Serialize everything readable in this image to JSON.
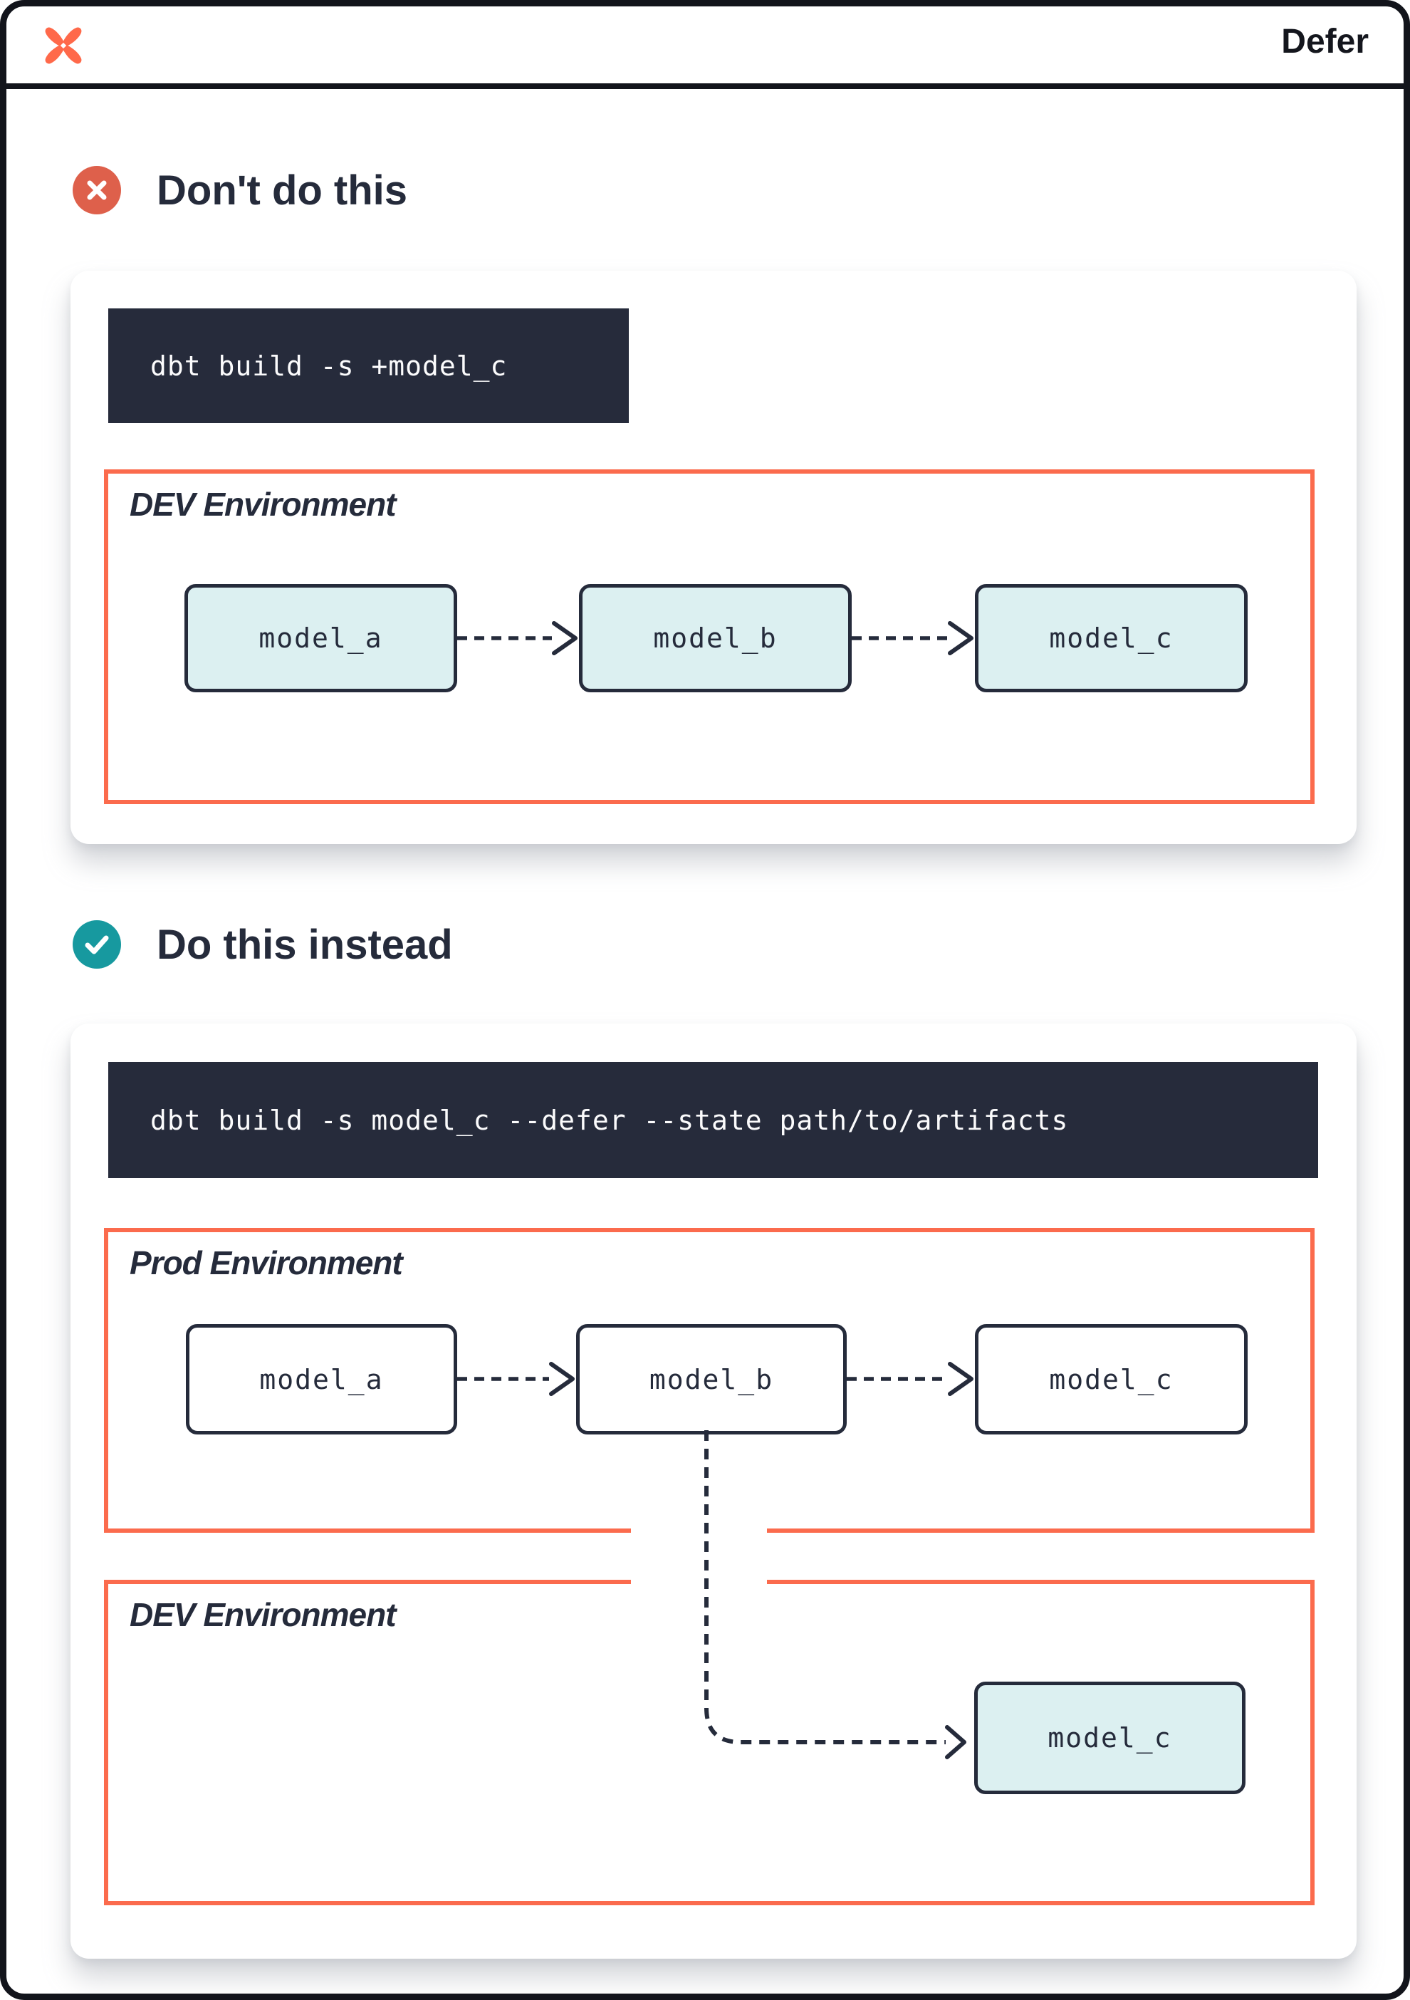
{
  "header": {
    "title": "Defer",
    "logo": "dbt-logo"
  },
  "colors": {
    "brand_orange": "#FF694A",
    "error_red": "#DE604B",
    "env_border_orange": "#FB6B4D",
    "success_teal": "#17999F",
    "navy": "#252B3B",
    "code_background": "#262B3B",
    "model_fill_teal": "#DCF0F1",
    "frame_black": "#12141B"
  },
  "sections": [
    {
      "id": "dont",
      "icon": "x-circle-icon",
      "heading": "Don't do this",
      "command": "dbt build -s +model_c",
      "environments": [
        {
          "label": "DEV Environment",
          "models": [
            {
              "label": "model_a",
              "filled": true
            },
            {
              "label": "model_b",
              "filled": true
            },
            {
              "label": "model_c",
              "filled": true
            }
          ]
        }
      ]
    },
    {
      "id": "do",
      "icon": "check-circle-icon",
      "heading": "Do this instead",
      "command": "dbt build -s model_c --defer --state path/to/artifacts",
      "environments": [
        {
          "label": "Prod Environment",
          "models": [
            {
              "label": "model_a",
              "filled": false
            },
            {
              "label": "model_b",
              "filled": false
            },
            {
              "label": "model_c",
              "filled": false
            }
          ]
        },
        {
          "label": "DEV Environment",
          "models": [
            {
              "label": "model_c",
              "filled": true
            }
          ]
        }
      ]
    }
  ]
}
